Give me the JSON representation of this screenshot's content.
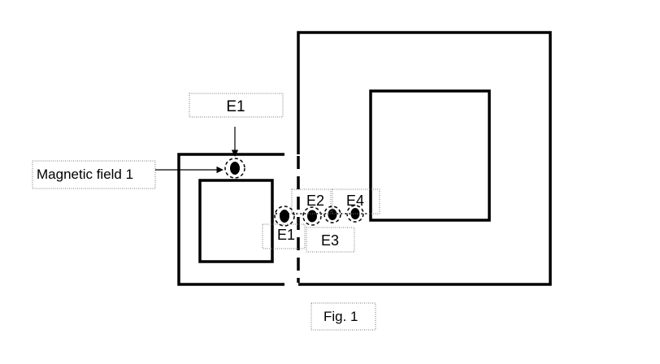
{
  "labels": {
    "e1_top": "E1",
    "magnetic_field": "Magnetic field 1",
    "e1_bottom": "E1",
    "e2": "E2",
    "e3": "E3",
    "e4": "E4",
    "caption": "Fig. 1"
  },
  "colors": {
    "stroke": "#000000",
    "background": "#ffffff",
    "label_border": "#777777"
  }
}
